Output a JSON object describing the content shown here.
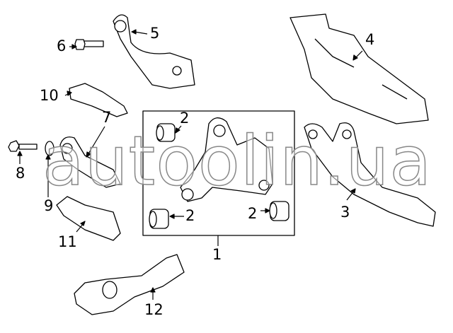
{
  "labels": {
    "p1": "1",
    "p2a": "2",
    "p2b": "2",
    "p2c": "2",
    "p3": "3",
    "p4": "4",
    "p5": "5",
    "p6": "6",
    "p7": "7",
    "p8": "8",
    "p9": "9",
    "p10": "10",
    "p11": "11",
    "p12": "12"
  },
  "watermark": "autoolin.ua"
}
